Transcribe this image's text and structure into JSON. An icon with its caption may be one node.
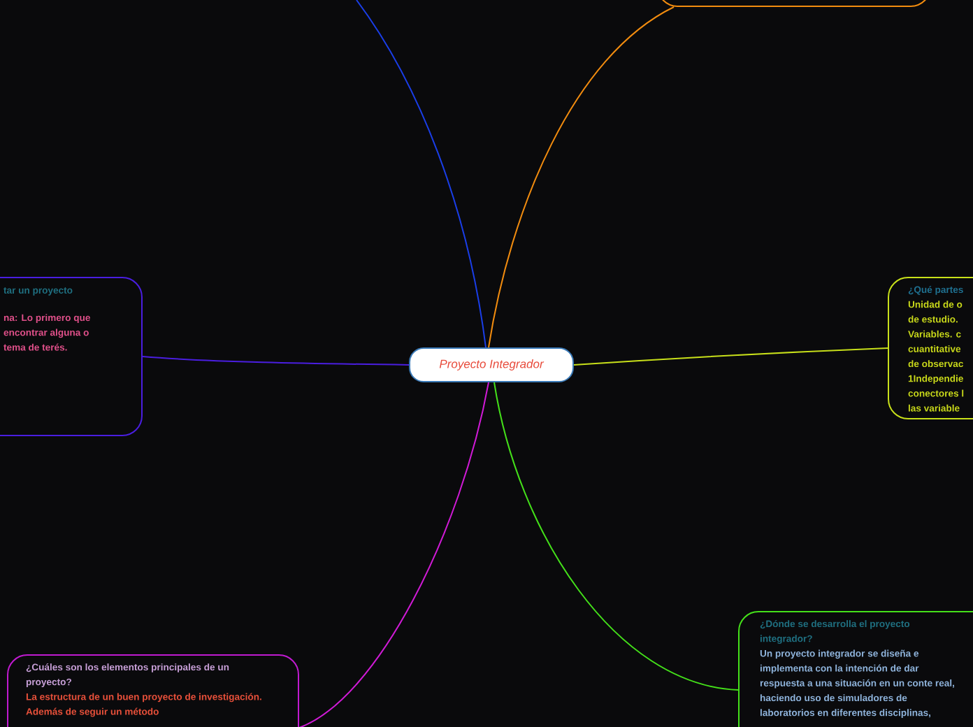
{
  "diagram": {
    "nodes": [
      {
        "text": [
          "Proyecto Integrador"
        ]
      },
      {
        "text": [],
        "shape": "box"
      },
      {
        "text": [
          "tar un proyecto",
          "na: Lo primero que encontrar alguna o tema de terés."
        ]
      },
      {
        "text": [
          "¿Qué partes",
          "Unidad de o de estudio. Variables. c cuantitative de observac 1Independie conectores l las variable"
        ]
      },
      {
        "text": [
          "¿Dónde se desarrolla el proyecto integrador?",
          "Un proyecto integrador se diseña e implementa con la intención de dar respuesta a una situación en un conte real, haciendo uso de simuladores de laboratorios en diferentes disciplinas,"
        ]
      },
      {
        "text": [
          "¿Cuáles son los elementos principales de un proyecto?",
          "La estructura de un buen proyecto de investigación. Además de seguir un método"
        ]
      }
    ],
    "edges": [
      {
        "from": 0,
        "to": null,
        "arrow": "none",
        "color": "#1a3ee8"
      },
      {
        "from": 0,
        "to": 1,
        "arrow": "none",
        "color": "#f28c0f"
      },
      {
        "from": 0,
        "to": 2,
        "arrow": "none",
        "color": "#4a1ee0"
      },
      {
        "from": 0,
        "to": 3,
        "arrow": "none",
        "color": "#c8e01a"
      },
      {
        "from": 0,
        "to": 4,
        "arrow": "none",
        "color": "#44e01a"
      },
      {
        "from": 0,
        "to": 5,
        "arrow": "none",
        "color": "#d01ad6"
      }
    ]
  }
}
